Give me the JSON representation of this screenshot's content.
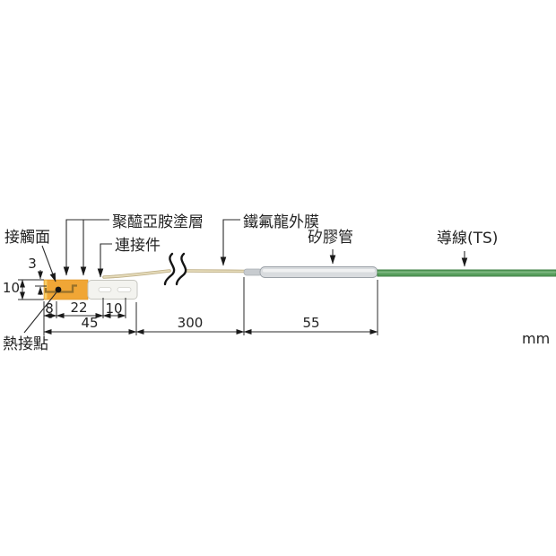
{
  "page": {
    "background": "#ffffff",
    "unit_label": "mm"
  },
  "diagram": {
    "type": "technical-dimension-drawing",
    "subject": "surface temperature sensor probe",
    "labels": {
      "contact_surface": "接觸面",
      "polyimide_coating": "聚醯亞胺塗層",
      "connector": "連接件",
      "teflon_film": "鐵氟龍外膜",
      "silicone_tube": "矽膠管",
      "lead_wire": "導線(TS)",
      "hot_junction": "熱接點"
    },
    "dimensions_mm": {
      "contact_depth": "3",
      "sensor_height": "10",
      "junction_offset": "8",
      "coating_length": "22",
      "slot_length": "10",
      "head_total": "45",
      "wire_length": "300",
      "tube_length": "55"
    },
    "colors": {
      "sensor_tip": "#F0A636",
      "sensor_tip_highlight": "#F7CE66",
      "tip_inner_wire": "#97712A",
      "hot_junction": "#141414",
      "connector_body": "#F3F3EF",
      "teflon_wire": "#E6DCBB",
      "silicone_tube": "#D9DCDF",
      "tube_highlight": "#F3F4F6",
      "lead_wire_green": "#579E5C",
      "lead_wire_highlight": "#8CC08E",
      "line": "#2A2A2A"
    }
  }
}
